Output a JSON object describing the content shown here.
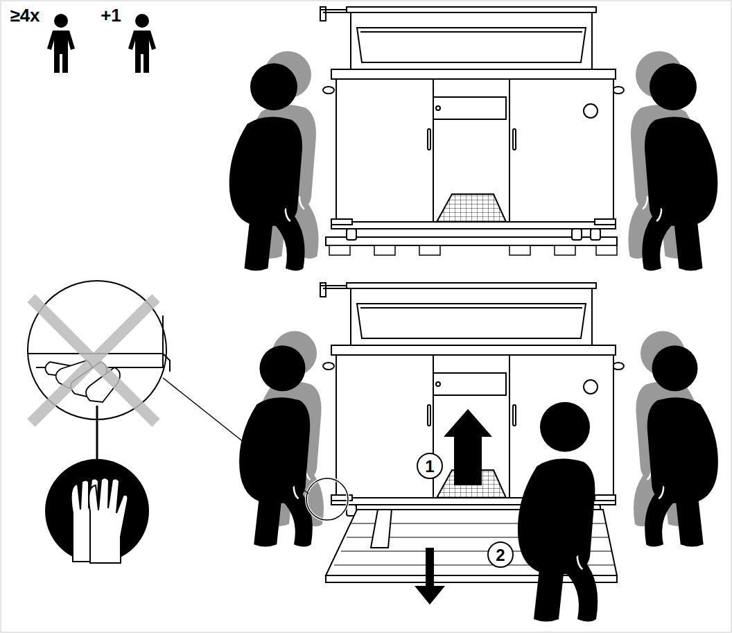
{
  "diagram": {
    "labels": [
      "≥4x",
      "+1",
      "1",
      "2"
    ]
  }
}
